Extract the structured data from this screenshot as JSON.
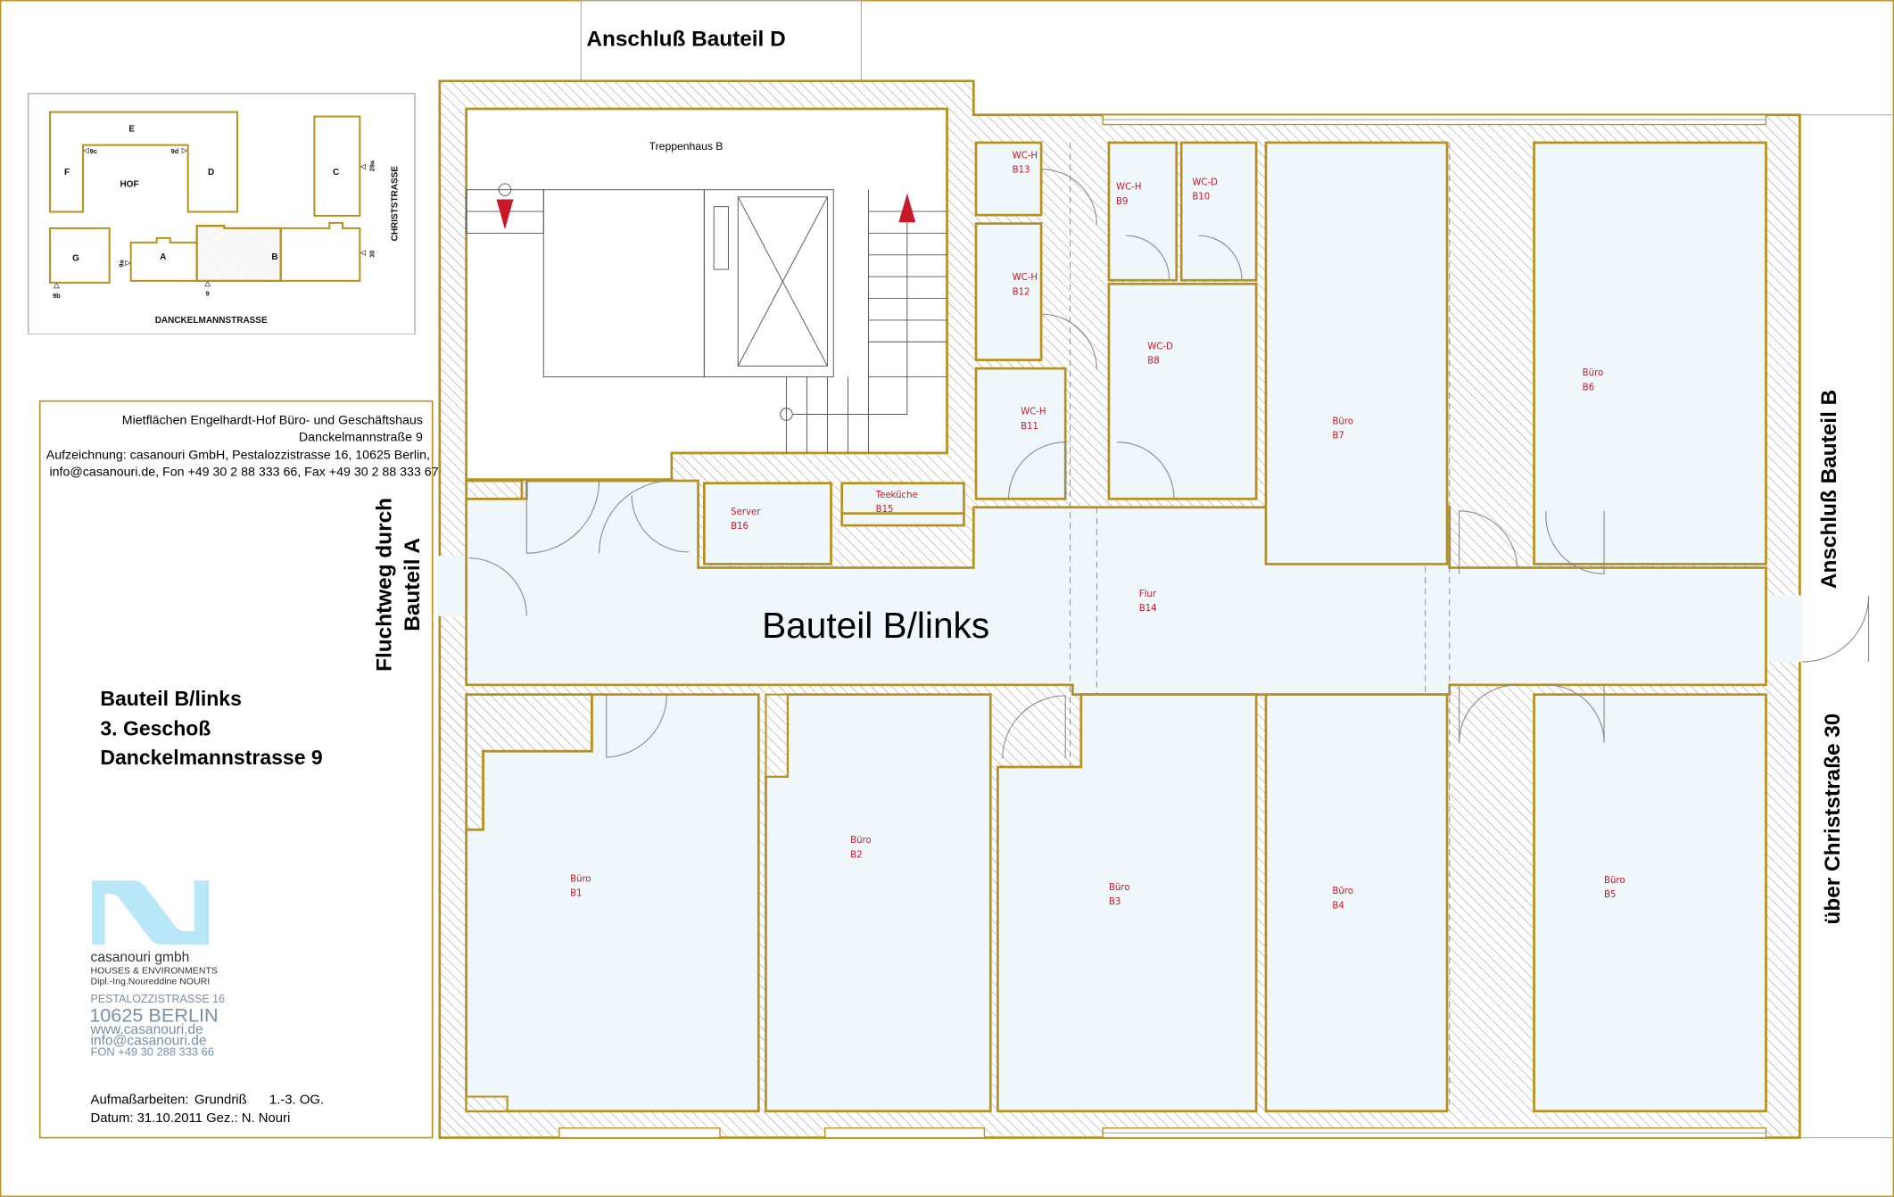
{
  "header": {
    "connection_top": "Anschluß Bauteil D"
  },
  "side_labels": {
    "escape_line1": "Fluchtweg durch",
    "escape_line2": "Bauteil A",
    "connection_right": "Anschluß Bauteil B",
    "via_street": "über Christstraße 30"
  },
  "plan_title": "Bauteil B/links",
  "key_plan": {
    "buildings": [
      "E",
      "F",
      "HOF",
      "D",
      "C",
      "G",
      "A",
      "B"
    ],
    "entrances": [
      "9c",
      "9d",
      "29a",
      "30",
      "9a",
      "9b",
      "9"
    ],
    "street_right": "CHRISTSTRASSE",
    "street_bottom": "DANCKELMANNSTRASSE",
    "highlight_color": "#b8901e"
  },
  "info": {
    "line1": "Mietflächen Engelhardt-Hof Büro- und Geschäftshaus",
    "line2": "Danckelmannstraße 9",
    "line3": "Aufzeichnung: casanouri GmbH, Pestalozzistrasse 16, 10625 Berlin,",
    "line4": "info@casanouri.de, Fon +49 30 2 88 333 66, Fax +49 30 2 88 333 67",
    "title1": "Bauteil B/links",
    "title2": "3. Geschoß",
    "title3": "Danckelmannstrasse 9"
  },
  "company": {
    "name": "casanouri gmbh",
    "tagline": "HOUSES & ENVIRONMENTS",
    "person": "Dipl.-Ing.Noureddine NOURI",
    "street": "PESTALOZZISTRASSE 16",
    "city": "10625 BERLIN",
    "web": "www.casanouri.de",
    "email": "info@casanouri.de",
    "phone": "FON +49 30 288 333 66",
    "logo_color": "#b8e8f8",
    "text_color": "#7890a8"
  },
  "footer": {
    "work_label": "Aufmaßarbeiten:",
    "work_type": "Grundriß",
    "floors": "1.-3. OG.",
    "date_line": "Datum: 31.10.2011 Gez.: N. Nouri"
  },
  "stairwell": {
    "label": "Treppenhaus B"
  },
  "rooms": [
    {
      "name": "WC-H",
      "id": "B13"
    },
    {
      "name": "WC-H",
      "id": "B12"
    },
    {
      "name": "WC-H",
      "id": "B11"
    },
    {
      "name": "WC-H",
      "id": "B9"
    },
    {
      "name": "WC-D",
      "id": "B10"
    },
    {
      "name": "WC-D",
      "id": "B8"
    },
    {
      "name": "Büro",
      "id": "B7"
    },
    {
      "name": "Büro",
      "id": "B6"
    },
    {
      "name": "Server",
      "id": "B16"
    },
    {
      "name": "Teeküche",
      "id": "B15"
    },
    {
      "name": "Flur",
      "id": "B14"
    },
    {
      "name": "Büro",
      "id": "B1"
    },
    {
      "name": "Büro",
      "id": "B2"
    },
    {
      "name": "Büro",
      "id": "B3"
    },
    {
      "name": "Büro",
      "id": "B4"
    },
    {
      "name": "Büro",
      "id": "B5"
    }
  ],
  "colors": {
    "wall": "#b8901e",
    "room_fill": "#eff7fa",
    "room_label": "#c8182a",
    "arrow": "#c8182a"
  }
}
